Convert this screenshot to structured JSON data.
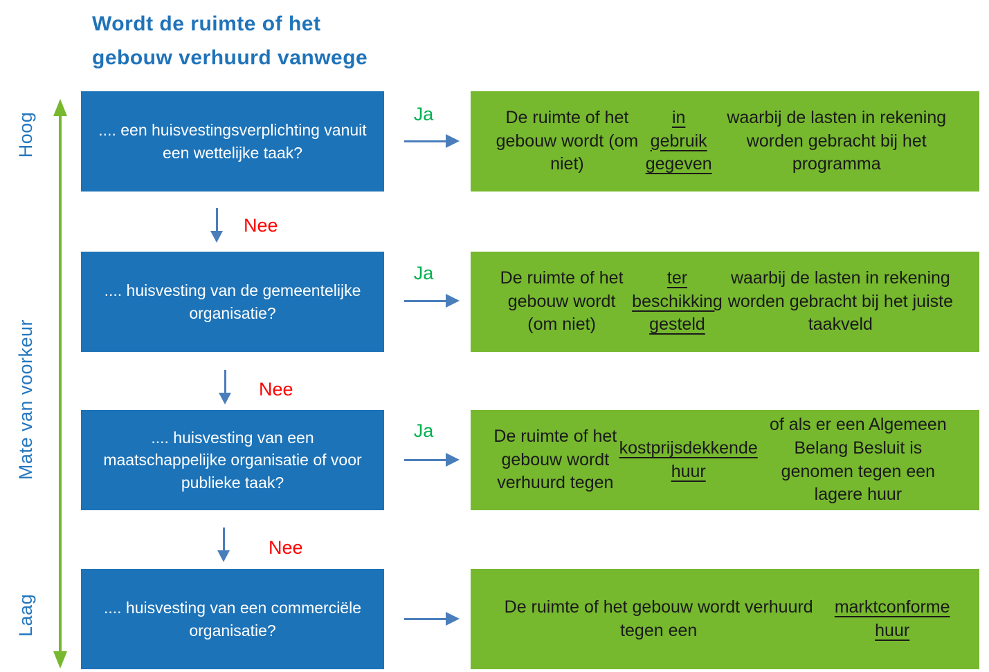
{
  "title": {
    "line1": "Wordt de ruimte of het",
    "line2": "gebouw verhuurd vanwege"
  },
  "axis": {
    "top": "Hoog",
    "middle": "Mate van voorkeur",
    "bottom": "Laag"
  },
  "colors": {
    "question_box": "#1D73B8",
    "question_text": "#FFFFFF",
    "answer_box": "#76B82E",
    "answer_text": "#1A1A1A",
    "connector_arrow": "#4A7EBB",
    "axis_arrow": "#76B82E",
    "yes_label": "#00B050",
    "no_label": "#FF0000",
    "title_text": "#1F73B9",
    "axis_label_text": "#2577BE"
  },
  "rows": [
    {
      "question": ".... een huisvestingsverplichting vanuit een wettelijke taak?",
      "yes_label": "Ja",
      "answer": {
        "before": "De ruimte of het gebouw wordt (om niet) ",
        "underlined": "in gebruik gegeven",
        "after": " waarbij de lasten in rekening worden gebracht bij het programma"
      },
      "no_label": "Nee"
    },
    {
      "question": ".... huisvesting van de gemeentelijke organisatie?",
      "yes_label": "Ja",
      "answer": {
        "before": "De ruimte of het gebouw wordt (om niet) ",
        "underlined": "ter beschikking gesteld",
        "after": " waarbij de lasten in rekening worden gebracht bij het juiste taakveld"
      },
      "no_label": "Nee"
    },
    {
      "question": ".... huisvesting van een maatschappelijke organisatie of voor publieke taak?",
      "yes_label": "Ja",
      "answer": {
        "before": "De ruimte of het gebouw wordt verhuurd tegen ",
        "underlined": "kostprijsdekkende huur",
        "after": " of als er een Algemeen Belang Besluit is genomen tegen een lagere huur"
      },
      "no_label": "Nee"
    },
    {
      "question": ".... huisvesting van een commerciële organisatie?",
      "answer": {
        "before": "De ruimte of het gebouw wordt verhuurd tegen een ",
        "underlined": "marktconforme huur",
        "after": ""
      }
    }
  ]
}
